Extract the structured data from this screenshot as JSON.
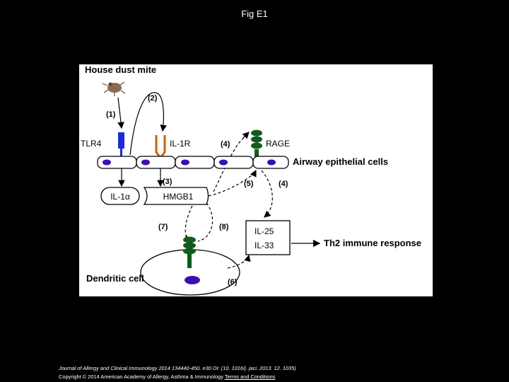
{
  "slide": {
    "title": "Fig E1"
  },
  "figure": {
    "house_dust_mite": "House dust mite",
    "receptors": {
      "tlr4": "TLR4",
      "il1r": "IL-1R",
      "rage": "RAGE"
    },
    "airway_label": "Airway epithelial cells",
    "il1a": "IL-1α",
    "hmgb1": "HMGB1",
    "il25": "IL-25",
    "il33": "IL-33",
    "th2": "Th2 immune response",
    "dendritic": "Dendritic cell",
    "steps": {
      "s1": "(1)",
      "s2": "(2)",
      "s3": "(3)",
      "s4a": "(4)",
      "s4b": "(4)",
      "s5": "(5)",
      "s6": "(6)",
      "s7": "(7)",
      "s8": "(8)"
    },
    "colors": {
      "tlr4": "#1f2bd6",
      "il1r": "#c8620a",
      "rage": "#0f5c1d",
      "nucleus": "#3a0fb0"
    }
  },
  "footer": {
    "line1": "Journal of Allergy and Clinical Immunology 2014 134440-450. e30 OI: (10. 1016/j. jaci. 2013. 12. 1035)",
    "line2_prefix": "Copyright © 2014 American Academy of Allergy, Asthma & Immunology ",
    "line2_link": "Terms and Conditions"
  }
}
